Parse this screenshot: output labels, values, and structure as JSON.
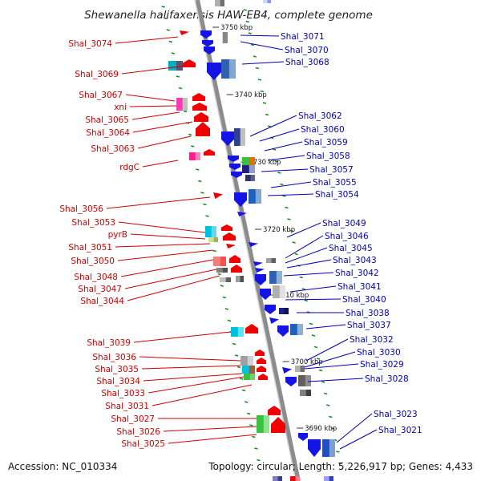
{
  "title": "Shewanella halifaxensis HAW-EB4, complete genome",
  "footer": {
    "accession": "Accession: NC_010334",
    "summary": "Topology: circular; Length: 5,226,917 bp; Genes: 4,433"
  },
  "colors": {
    "leftLabel": "#cc0000",
    "rightLabel": "#0000b4",
    "backbone": "#8c8c8c",
    "tick": "#1a8a1a"
  },
  "ruler": [
    "3750 kbp",
    "3740 kbp",
    "3730 kbp",
    "3720 kbp",
    "3710 kbp",
    "3700 kbp",
    "3690 kbp"
  ],
  "leftLabels": [
    "Shal_3074",
    "Shal_3069",
    "Shal_3067",
    "xni",
    "Shal_3065",
    "Shal_3064",
    "Shal_3063",
    "rdgC",
    "Shal_3056",
    "Shal_3053",
    "pyrB",
    "Shal_3051",
    "Shal_3050",
    "Shal_3048",
    "Shal_3047",
    "Shal_3044",
    "Shal_3039",
    "Shal_3036",
    "Shal_3035",
    "Shal_3034",
    "Shal_3033",
    "Shal_3031",
    "Shal_3027",
    "Shal_3026",
    "Shal_3025"
  ],
  "rightLabels": [
    "Shal_3071",
    "Shal_3070",
    "Shal_3068",
    "Shal_3062",
    "Shal_3060",
    "Shal_3059",
    "Shal_3058",
    "Shal_3057",
    "Shal_3055",
    "Shal_3054",
    "Shal_3049",
    "Shal_3046",
    "Shal_3045",
    "Shal_3043",
    "Shal_3042",
    "Shal_3041",
    "Shal_3040",
    "Shal_3038",
    "Shal_3037",
    "Shal_3032",
    "Shal_3030",
    "Shal_3029",
    "Shal_3028",
    "Shal_3023",
    "Shal_3021"
  ]
}
